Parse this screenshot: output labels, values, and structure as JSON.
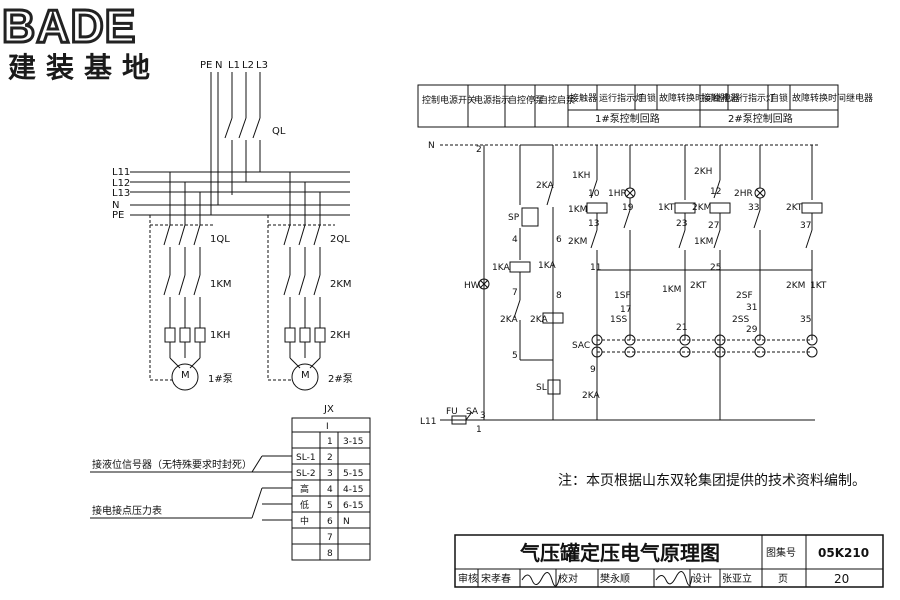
{
  "logo": {
    "name": "BADE",
    "subtitle": "建装基地"
  },
  "power": {
    "bus_top": [
      "PE",
      "N",
      "L1",
      "L2",
      "L3"
    ],
    "main_switch": "QL",
    "bus": [
      "L11",
      "L12",
      "L13",
      "N",
      "PE"
    ]
  },
  "pump1": {
    "breaker": "1QL",
    "contactor": "1KM",
    "relay": "1KH",
    "motor": "M",
    "label": "1#泵"
  },
  "pump2": {
    "breaker": "2QL",
    "contactor": "2KM",
    "relay": "2KH",
    "motor": "M",
    "label": "2#泵"
  },
  "header_table": {
    "cells": [
      "控制电源开关",
      "电源指示",
      "自控停泵",
      "自控启泵",
      "接触器",
      "运行指示灯",
      "自锁",
      "故障转换时间继电器",
      "接触器",
      "运行指示灯",
      "自锁",
      "故障转换时间继电器"
    ],
    "group1": "1#泵控制回路",
    "group2": "2#泵控制回路"
  },
  "control_labels": [
    "N",
    "2",
    "2KA",
    "1KH",
    "10",
    "1HR",
    "19",
    "1KM",
    "13",
    "2KM",
    "2KH",
    "12",
    "2HR",
    "33",
    "1KT",
    "23",
    "2KM",
    "27",
    "1KM",
    "2KT",
    "37",
    "SP",
    "4",
    "6",
    "1KA",
    "1KA",
    "HW",
    "7",
    "8",
    "11",
    "25",
    "1SF",
    "17",
    "1KM",
    "2KT",
    "2SF",
    "31",
    "2KM",
    "1KT",
    "2KA",
    "2KA",
    "1SS",
    "21",
    "2SS",
    "29",
    "35",
    "SAC",
    "5",
    "9",
    "SL",
    "2KA",
    "L11",
    "FU",
    "SA",
    "3",
    "1"
  ],
  "jx": {
    "title": "JX",
    "rows": [
      {
        "sig": "",
        "no": "I",
        "term": ""
      },
      {
        "sig": "",
        "no": "1",
        "term": "3-15"
      },
      {
        "sig": "SL-1",
        "no": "2",
        "term": ""
      },
      {
        "sig": "SL-2",
        "no": "3",
        "term": "5-15"
      },
      {
        "sig": "高",
        "no": "4",
        "term": "4-15"
      },
      {
        "sig": "低",
        "no": "5",
        "term": "6-15"
      },
      {
        "sig": "中",
        "no": "6",
        "term": "N"
      },
      {
        "sig": "",
        "no": "7",
        "term": ""
      },
      {
        "sig": "",
        "no": "8",
        "term": ""
      }
    ],
    "label_level": "接液位信号器（无特殊要求时封死）",
    "label_pressure": "接电接点压力表"
  },
  "note": "注：本页根据山东双轮集团提供的技术资料编制。",
  "title_block": {
    "title": "气压罐定压电气原理图",
    "set_label": "图集号",
    "set_no": "05K210",
    "page_label": "页",
    "page_no": "20",
    "review_label": "审核",
    "review_name": "宋孝春",
    "check_label": "校对",
    "check_name": "樊永顺",
    "design_label": "设计",
    "design_name": "张亚立"
  }
}
